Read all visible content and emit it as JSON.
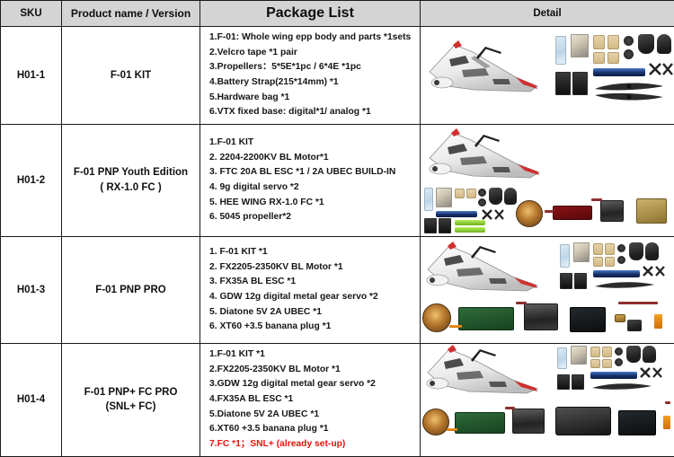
{
  "table": {
    "headers": {
      "sku": "SKU",
      "product_name": "Product name / Version",
      "package_list": "Package List",
      "detail": "Detail"
    },
    "rows": [
      {
        "sku": "H01-1",
        "product_name": "F-01 KIT",
        "package_list": [
          "1.F-01:  Whole wing epp body and parts  *1sets",
          "2.Velcro tape   *1 pair",
          "3.Propellers：5*5E*1pc / 6*4E   *1pc",
          "4.Battery Strap(215*14mm)    *1",
          "5.Hardware bag  *1",
          "6.VTX fixed base: digital*1/ analog   *1"
        ],
        "package_list_red": [],
        "detail_caption": "F-01 flying wing airframe with foam pad, hardware bag, wood mounts, motor mount covers, battery straps, black pads and propellers"
      },
      {
        "sku": "H01-2",
        "product_name": "F-01 PNP Youth Edition\n( RX-1.0 FC )",
        "package_list": [
          "1.F-01 KIT",
          "2. 2204-2200KV BL Motor*1",
          "3. FTC 20A BL ESC *1  / 2A UBEC BUILD-IN",
          "4. 9g digital servo  *2",
          "5. HEE WING RX-1.0 FC  *1",
          "6. 5045 propeller*2"
        ],
        "package_list_red": [],
        "detail_caption": "F-01 airframe with KIT parts, brushless motor, red ESC, 9g servo and RX-1.0 flight controller"
      },
      {
        "sku": "H01-3",
        "product_name": "F-01 PNP PRO",
        "package_list": [
          "1. F-01 KIT  *1",
          "2. FX2205-2350KV BL Motor   *1",
          "3. FX35A BL ESC  *1",
          "4. GDW 12g digital metal gear servo  *2",
          "5. Diatone 5V 2A UBEC  *1",
          "6. XT60 +3.5  banana plug  *1"
        ],
        "package_list_red": [],
        "detail_caption": "F-01 airframe with KIT parts, FX2205 motor, FX35A ESC board, GDW metal gear servo, UBEC and XT60 plugs"
      },
      {
        "sku": "H01-4",
        "product_name": "F-01 PNP+ FC PRO\n(SNL+ FC)",
        "package_list": [
          "1.F-01 KIT  *1",
          "2.FX2205-2350KV BL Motor  *1",
          "3.GDW 12g digital metal gear servo  *2",
          "4.FX35A BL ESC  *1",
          "5.Diatone 5V 2A UBEC   *1",
          "6.XT60 +3.5  banana plug  *1"
        ],
        "package_list_red": [
          "7.FC  *1；SNL+  (already set-up)"
        ],
        "detail_caption": "F-01 airframe with KIT parts, FX2205 motor, FX35A ESC, GDW servo, VTX box, SNL+ flight controller and XT60 plugs"
      }
    ]
  },
  "colors": {
    "header_background": "#d4d4d4",
    "border": "#1b1b1b",
    "text": "#111111",
    "highlight_red": "#e8140c"
  }
}
